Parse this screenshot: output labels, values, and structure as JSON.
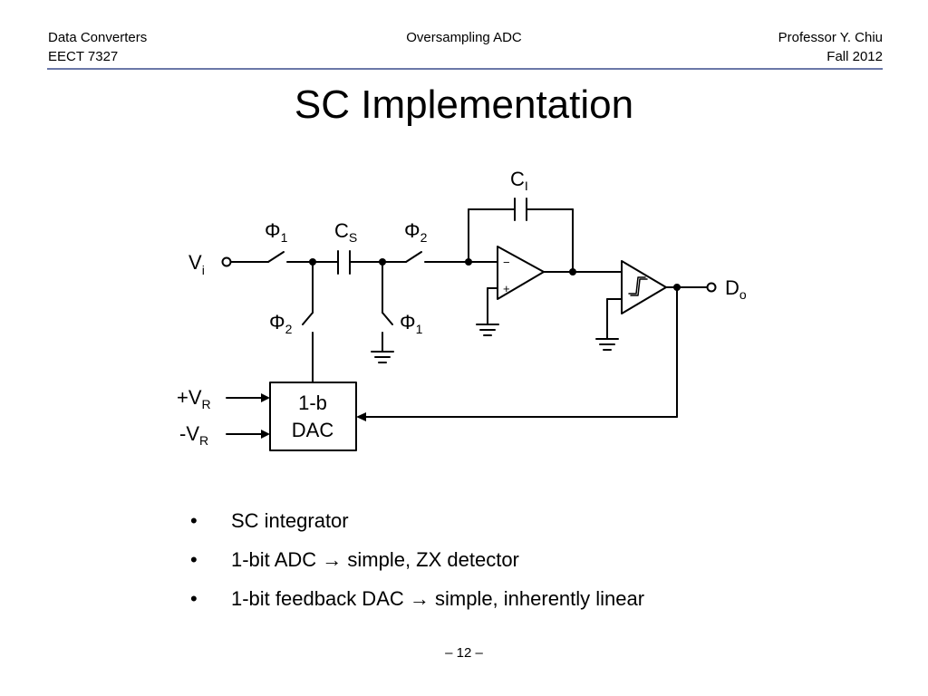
{
  "header": {
    "left_line1": "Data Converters",
    "left_line2": "EECT 7327",
    "center": "Oversampling ADC",
    "right_line1": "Professor Y. Chiu",
    "right_line2": "Fall 2012"
  },
  "title": "SC Implementation",
  "circuit": {
    "vin": {
      "base": "V",
      "sub": "i"
    },
    "phi1_series": {
      "base": "Φ",
      "sub": "1"
    },
    "cs": {
      "base": "C",
      "sub": "S"
    },
    "phi2_series": {
      "base": "Φ",
      "sub": "2"
    },
    "ci": {
      "base": "C",
      "sub": "I"
    },
    "phi2_shunt": {
      "base": "Φ",
      "sub": "2"
    },
    "phi1_shunt": {
      "base": "Φ",
      "sub": "1"
    },
    "dout": {
      "base": "D",
      "sub": "o"
    },
    "vrp": {
      "base": "+V",
      "sub": "R"
    },
    "vrm": {
      "base": "-V",
      "sub": "R"
    },
    "dac_line1": "1-b",
    "dac_line2": "DAC",
    "opamp_minus": "−",
    "opamp_plus": "+"
  },
  "bullets": [
    "SC integrator",
    "1-bit ADC → simple, ZX detector",
    "1-bit feedback DAC → simple, inherently linear"
  ],
  "bullet_marker": "•",
  "page_number": "– 12 –"
}
